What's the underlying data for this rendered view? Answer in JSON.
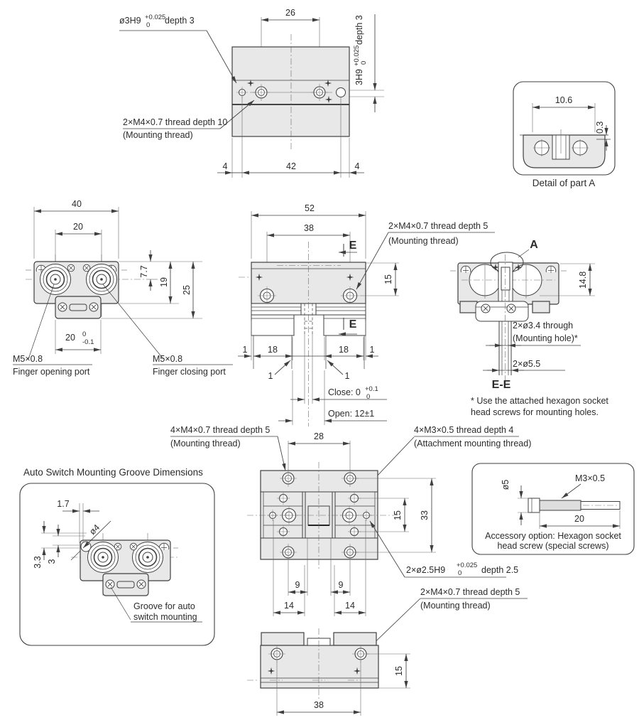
{
  "top_view": {
    "dim_26": "26",
    "dim_4_left": "4",
    "dim_42": "42",
    "dim_4_right": "4",
    "pin_label": {
      "base": "ø3H9",
      "sup": "+0.025",
      "sub": "0",
      "tail": "depth 3"
    },
    "thread_label": {
      "line1": "2×M4×0.7 thread depth 10",
      "line2": "(Mounting thread)"
    },
    "side_label": {
      "base": "3H9",
      "sup": "+0.025",
      "sub": "0",
      "tail": "depth 3"
    }
  },
  "detail_a": {
    "dim_width": "10.6",
    "dim_step": "0.3",
    "caption": "Detail of part A"
  },
  "front_left_view": {
    "dim_40": "40",
    "dim_20": "20",
    "dim_7_7": "7.7",
    "dim_19": "19",
    "dim_25": "25",
    "dim_20_tol": {
      "base": "20",
      "sup": "0",
      "sub": "-0.1"
    },
    "opening_port": {
      "line1": "M5×0.8",
      "line2": "Finger opening port"
    },
    "closing_port": {
      "line1": "M5×0.8",
      "line2": "Finger closing port"
    }
  },
  "front_center_view": {
    "dim_52": "52",
    "dim_38": "38",
    "dim_15": "15",
    "dim_1_left": "1",
    "dim_18_left": "18",
    "dim_18_right": "18",
    "dim_1_right": "1",
    "chamfer_left": "1",
    "chamfer_right": "1",
    "close": {
      "label": "Close: 0",
      "sup": "+0.1",
      "sub": "0"
    },
    "open_label": "Open: 12±1",
    "section_mark_top": "E",
    "section_mark_bottom": "E",
    "thread_label": {
      "line1": "2×M4×0.7 thread depth 5",
      "line2": "(Mounting thread)"
    }
  },
  "side_view": {
    "detail_mark": "A",
    "dim_14_8": "14.8",
    "mounting_hole": {
      "line1": "2×ø3.4 through",
      "line2": "(Mounting hole)*"
    },
    "counterbore": "2×ø5.5",
    "section_label": "E-E",
    "note": {
      "line1": "* Use the attached hexagon socket",
      "line2": "head screws for mounting holes."
    }
  },
  "auto_switch_box": {
    "title": "Auto Switch Mounting Groove Dimensions",
    "dim_1_7": "1.7",
    "dim_dia4": "ø4",
    "dim_3_3": "3.3",
    "dim_3": "3",
    "groove_label": {
      "line1": "Groove for auto",
      "line2": "switch mounting"
    }
  },
  "bottom_center_view": {
    "dim_28": "28",
    "dim_15": "15",
    "dim_33": "33",
    "dim_9_left": "9",
    "dim_9_right": "9",
    "dim_14_left": "14",
    "dim_14_right": "14",
    "m4_label": {
      "line1": "4×M4×0.7 thread depth 5",
      "line2": "(Mounting thread)"
    },
    "m3_label": {
      "line1": "4×M3×0.5 thread depth 4",
      "line2": "(Attachment mounting thread)"
    },
    "pin_label": {
      "base": "2×ø2.5H9",
      "sup": "+0.025",
      "sub": "0",
      "tail": "depth 2.5"
    }
  },
  "accessory_box": {
    "dim_dia5": "ø5",
    "thread_label": "M3×0.5",
    "dim_20": "20",
    "caption": {
      "line1": "Accessory option: Hexagon socket",
      "line2": "head screw (special screws)"
    }
  },
  "bottom_view": {
    "dim_38": "38",
    "dim_15": "15",
    "thread_label": {
      "line1": "2×M4×0.7 thread depth 5",
      "line2": "(Mounting thread)"
    }
  }
}
